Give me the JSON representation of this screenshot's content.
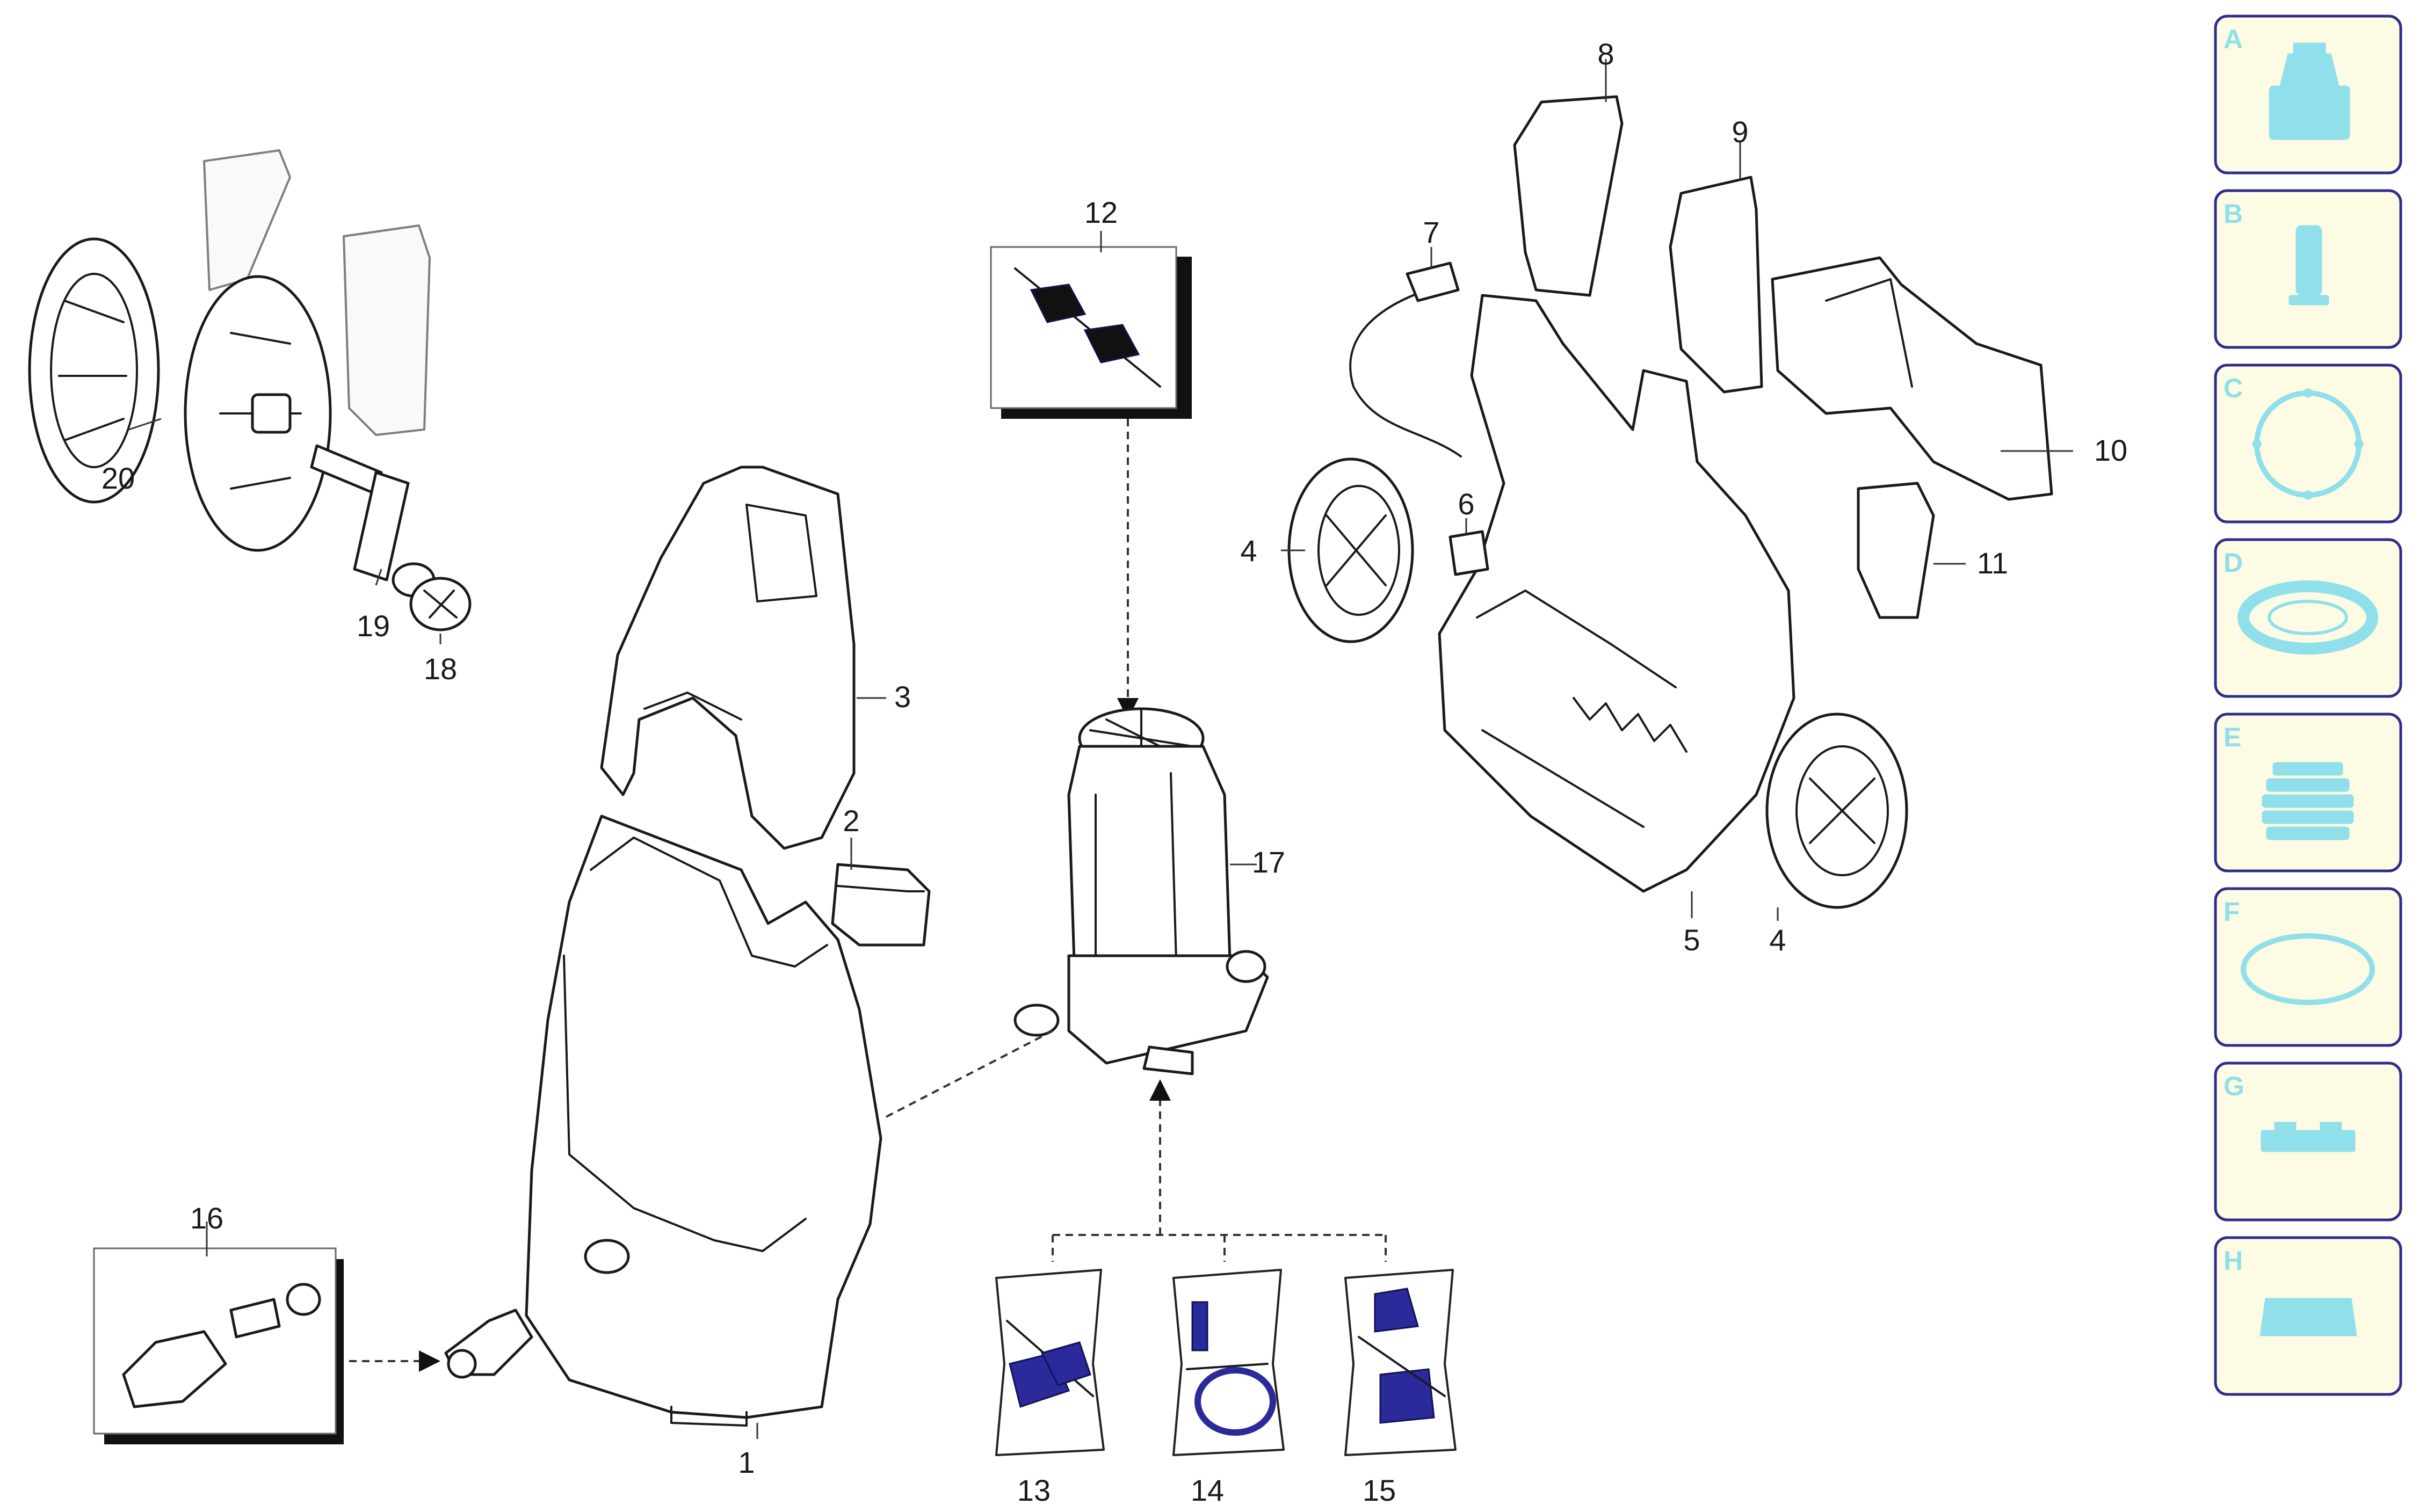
{
  "callouts": {
    "c1": "1",
    "c2": "2",
    "c3": "3",
    "c4a": "4",
    "c4b": "4",
    "c5": "5",
    "c6": "6",
    "c7": "7",
    "c8": "8",
    "c9": "9",
    "c10": "10",
    "c11": "11",
    "c12": "12",
    "c13": "13",
    "c14": "14",
    "c15": "15",
    "c16": "16",
    "c17": "17",
    "c18": "18",
    "c19": "19",
    "c20": "20"
  },
  "legend": [
    {
      "letter": "A",
      "icon": "connector-icon"
    },
    {
      "letter": "B",
      "icon": "pin-icon"
    },
    {
      "letter": "C",
      "icon": "ring-dotted-icon"
    },
    {
      "letter": "D",
      "icon": "flat-seal-icon"
    },
    {
      "letter": "E",
      "icon": "threaded-sleeve-icon"
    },
    {
      "letter": "F",
      "icon": "o-ring-icon"
    },
    {
      "letter": "G",
      "icon": "low-cap-icon"
    },
    {
      "letter": "H",
      "icon": "tall-cap-icon"
    }
  ],
  "colors": {
    "legend_bg": "#fdfbe3",
    "legend_border": "#2d2d8a",
    "legend_icon": "#8fe0ea",
    "kit_blue": "#2a2a9a"
  }
}
